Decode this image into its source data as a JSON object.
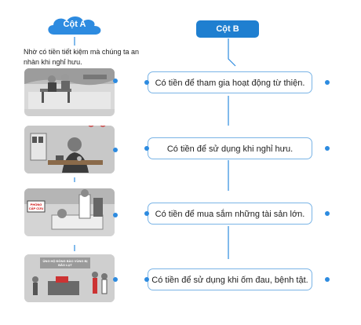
{
  "column_a": {
    "title": "Cột A",
    "caption": "Nhờ có tiền tiết kiệm mà chúng ta an nhàn khi nghỉ hưu."
  },
  "column_b": {
    "title": "Cột B",
    "items": [
      "Có tiền để tham gia hoạt động từ thiện.",
      "Có tiền để sử dụng khi nghỉ hưu.",
      "Có tiền để mua sắm những tài sản lớn.",
      "Có tiền để sử dụng khi ốm đau, bệnh tật."
    ]
  },
  "scenes": {
    "hospital_sign": "PHÒNG CẤP CỨU",
    "charity_banner": "ỦNG HỘ ĐỒNG BÀO VÙNG BỊ BÃO LỤT"
  },
  "colors": {
    "accent": "#2d8be0",
    "header_blue": "#1f7fd0",
    "box_border": "#7ab4e6"
  }
}
